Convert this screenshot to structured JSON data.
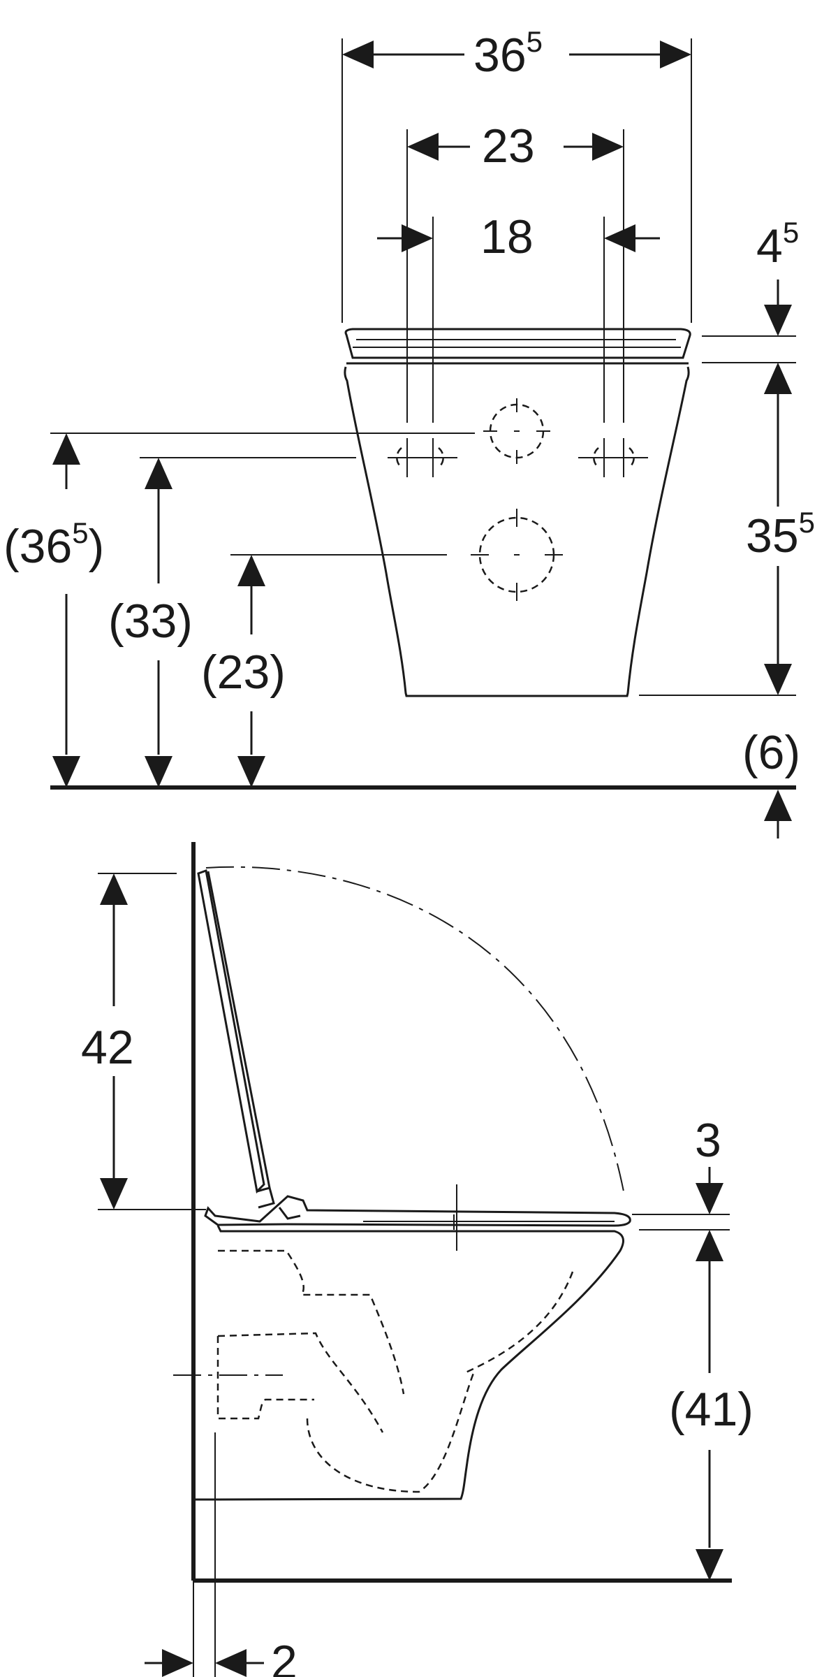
{
  "front_view": {
    "overall_width": {
      "main": "36",
      "sup": "5"
    },
    "bolt_spacing_outer": "23",
    "bolt_spacing_inner": "18",
    "seat_thickness": {
      "main": "4",
      "sup": "5"
    },
    "bowl_height": {
      "main": "35",
      "sup": "5"
    },
    "height_outer": {
      "main": "(36",
      "sup": "5",
      "close": ")"
    },
    "height_bolts": "(33)",
    "height_outlet": "(23)",
    "floor_gap": "(6)"
  },
  "side_view": {
    "lid_height": "42",
    "seat_height": "3",
    "bowl_floor_height": "(41)",
    "wall_offset": "2"
  }
}
